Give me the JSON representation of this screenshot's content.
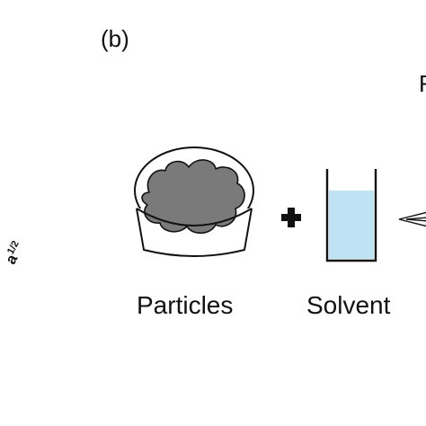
{
  "figure": {
    "panel_label": "(b)",
    "edge_letter": "F",
    "cutoff_label": {
      "text": "a",
      "superscript": "1/2"
    },
    "items": {
      "particles": {
        "label": "Particles",
        "icon": "particles-dish-icon"
      },
      "solvent": {
        "label": "Solvent",
        "icon": "solvent-beaker-icon"
      },
      "operator_icon": "plus-icon",
      "arrow_icon": "arrow-tip-icon"
    },
    "colors": {
      "particle_fill": "#7a7a7a",
      "solvent_fill": "#bfe3f3",
      "outline": "#111111"
    }
  }
}
